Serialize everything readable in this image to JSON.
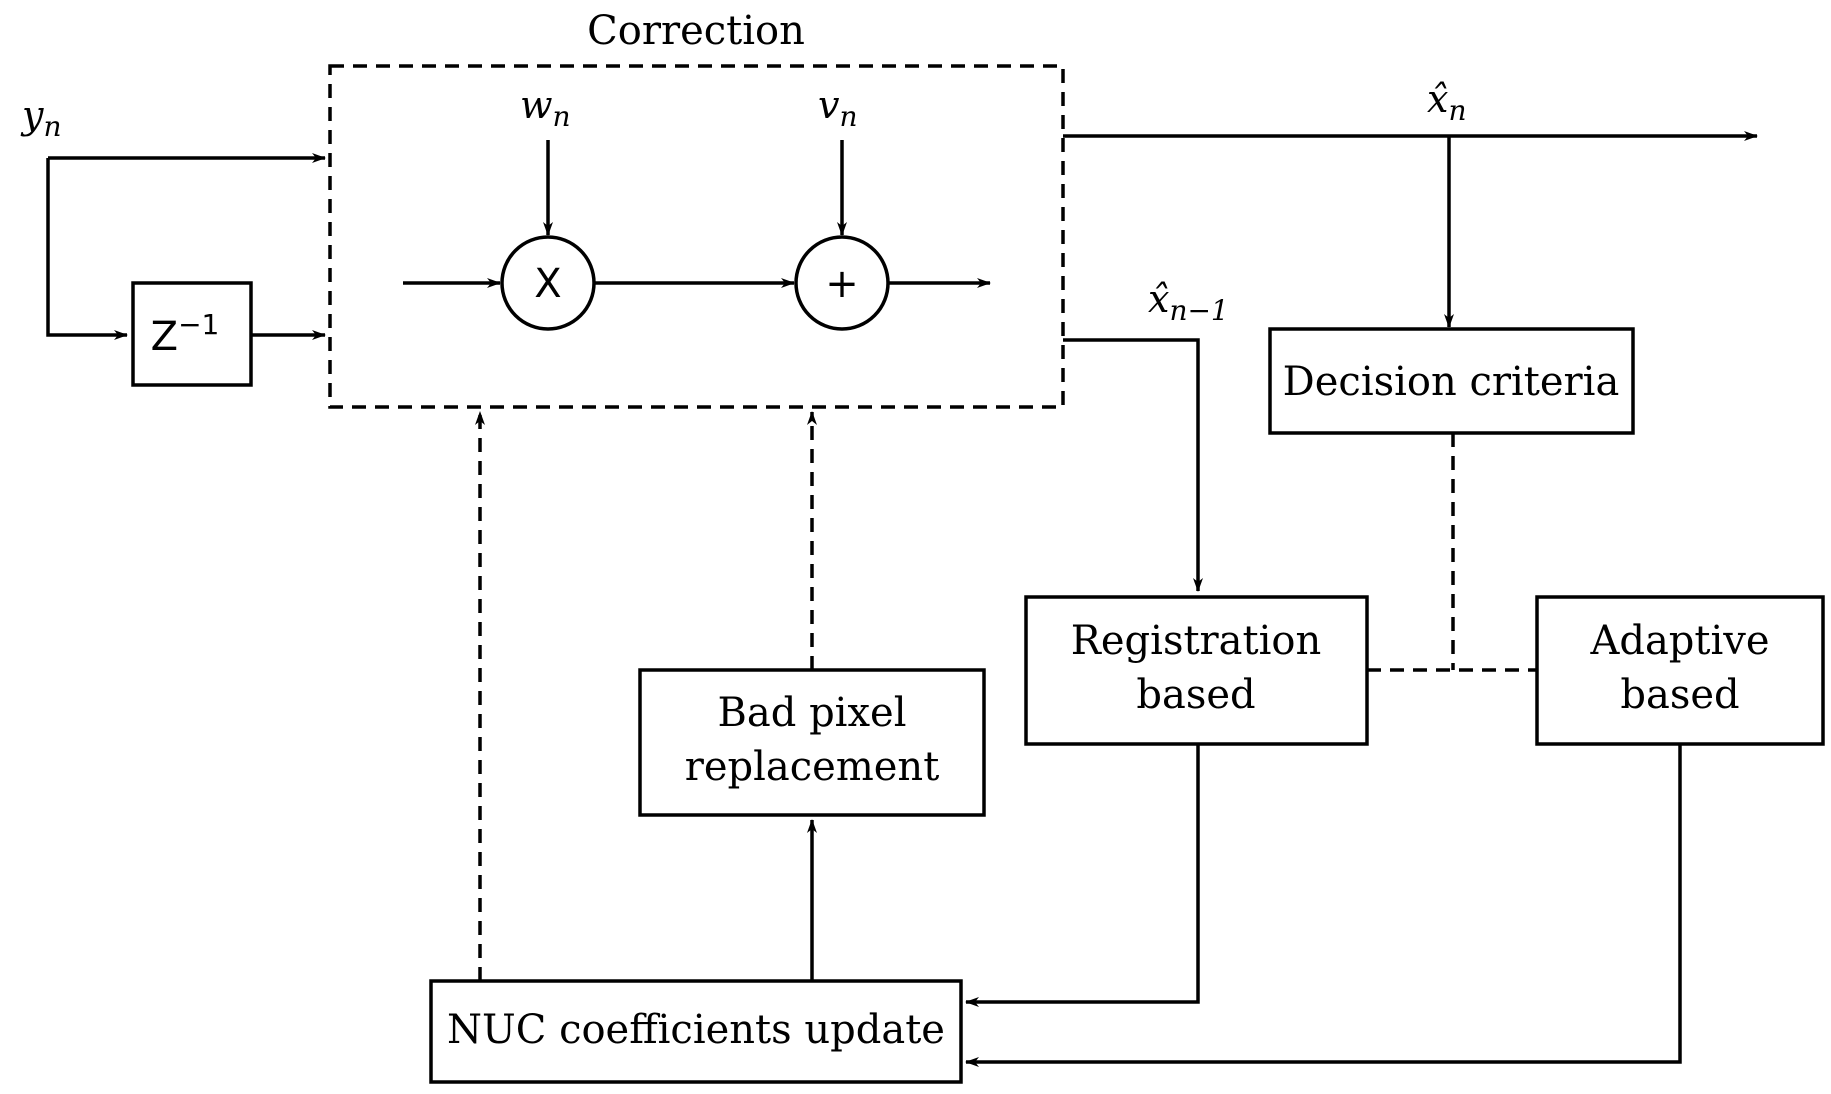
{
  "correction": {
    "title": "Correction",
    "gain": {
      "base": "w",
      "sub": "n"
    },
    "offset": {
      "base": "v",
      "sub": "n"
    },
    "multiply_symbol": "X",
    "add_symbol": "+"
  },
  "input": {
    "base": "y",
    "sub": "n"
  },
  "delay": {
    "base": "Z",
    "sup": "−1"
  },
  "output": {
    "base": "x̂",
    "sub": "n"
  },
  "previous_output": {
    "base": "x̂",
    "sub": "n−1"
  },
  "blocks": {
    "decision": "Decision criteria",
    "registration_line1": "Registration",
    "registration_line2": "based",
    "adaptive_line1": "Adaptive",
    "adaptive_line2": "based",
    "badpixel_line1": "Bad pixel",
    "badpixel_line2": "replacement",
    "nuc": "NUC coefficients update"
  }
}
